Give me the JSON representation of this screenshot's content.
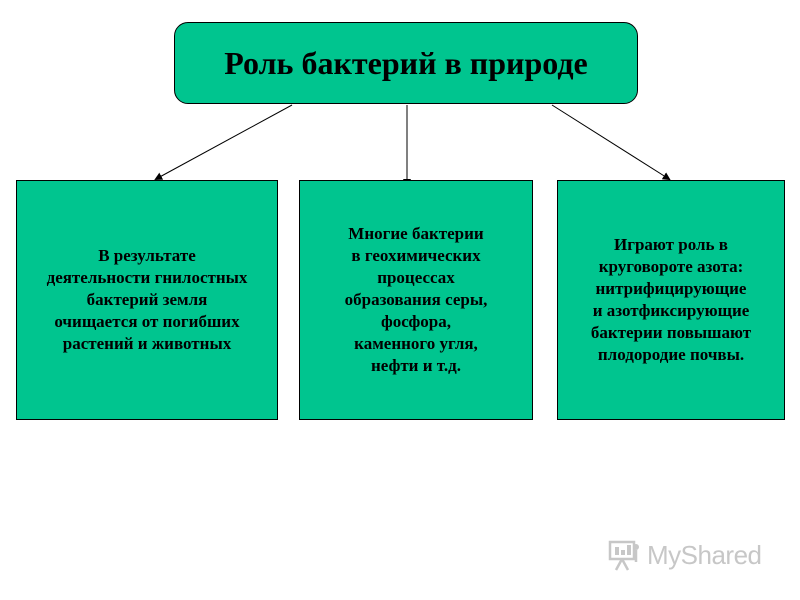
{
  "diagram": {
    "title": "Роль бактерий в природе",
    "cards": [
      {
        "text": "В результате\nдеятельности гнилостных\nбактерий земля\nочищается от погибших\nрастений и животных"
      },
      {
        "text": "Многие бактерии\nв геохимических\nпроцессах\nобразования серы,\nфосфора,\nкаменного угля,\nнефти и т.д."
      },
      {
        "text": "Играют роль в\nкруговороте азота:\nнитрифицирующие\nи азотфиксирующие\nбактерии повышают\nплодородие почвы."
      }
    ]
  },
  "colors": {
    "box_fill": "#00c58f",
    "border": "#000000",
    "watermark": "#c7c7c7"
  },
  "watermark": {
    "text": "MyShared",
    "icon": "presentation-board-icon"
  }
}
